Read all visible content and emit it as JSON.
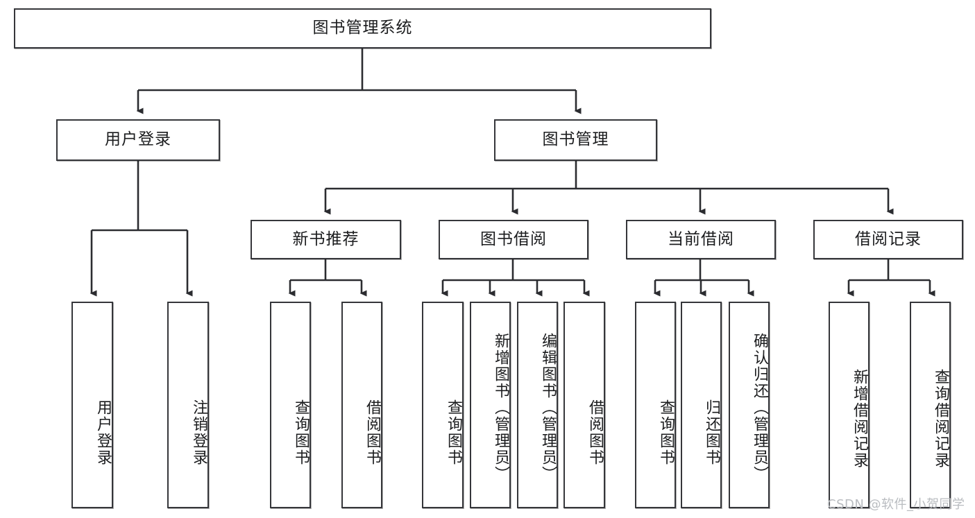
{
  "diagram": {
    "title": "图书管理系统",
    "type": "tree-hierarchy",
    "orientation": "top-down",
    "levels": 4
  },
  "root": {
    "label": "图书管理系统"
  },
  "level2": [
    {
      "label": "用户登录"
    },
    {
      "label": "图书管理"
    }
  ],
  "level3": [
    {
      "label": "新书推荐"
    },
    {
      "label": "图书借阅"
    },
    {
      "label": "当前借阅"
    },
    {
      "label": "借阅记录"
    }
  ],
  "leaves": {
    "user_login": [
      {
        "label": "用户登录"
      },
      {
        "label": "注销登录"
      }
    ],
    "new_book_recommend": [
      {
        "label": "查询图书"
      },
      {
        "label": "借阅图书"
      }
    ],
    "book_borrow": [
      {
        "label": "查询图书"
      },
      {
        "label": "新增图书（管理员）"
      },
      {
        "label": "编辑图书（管理员）"
      },
      {
        "label": "借阅图书"
      }
    ],
    "current_borrow": [
      {
        "label": "查询图书"
      },
      {
        "label": "归还图书"
      },
      {
        "label": "确认归还（管理员）"
      }
    ],
    "borrow_record": [
      {
        "label": "新增借阅记录"
      },
      {
        "label": "查询借阅记录"
      }
    ]
  },
  "watermark": {
    "text": "CSDN @软件_小贺同学"
  },
  "colors": {
    "box_border": "#35363a",
    "box_fill": "#ffffff",
    "line": "#2b2c30",
    "text": "#1b1c1e",
    "watermark": "#b9bcc0"
  }
}
